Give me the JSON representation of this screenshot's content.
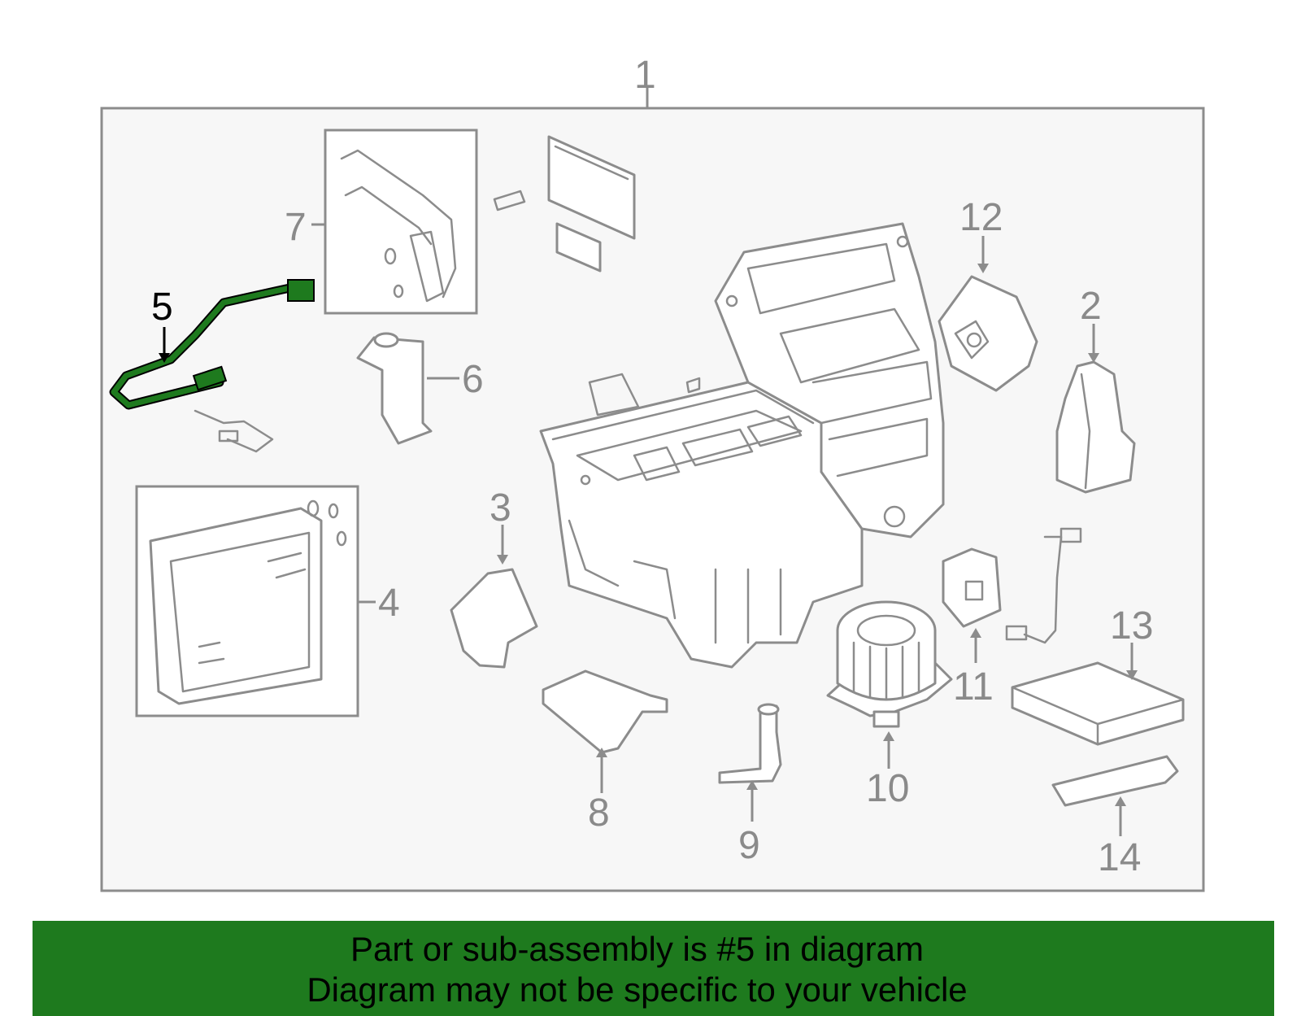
{
  "diagram": {
    "callouts": [
      {
        "id": "1",
        "label": "1"
      },
      {
        "id": "2",
        "label": "2"
      },
      {
        "id": "3",
        "label": "3"
      },
      {
        "id": "4",
        "label": "4"
      },
      {
        "id": "5",
        "label": "5"
      },
      {
        "id": "6",
        "label": "6"
      },
      {
        "id": "7",
        "label": "7"
      },
      {
        "id": "8",
        "label": "8"
      },
      {
        "id": "9",
        "label": "9"
      },
      {
        "id": "10",
        "label": "10"
      },
      {
        "id": "11",
        "label": "11"
      },
      {
        "id": "12",
        "label": "12"
      },
      {
        "id": "13",
        "label": "13"
      },
      {
        "id": "14",
        "label": "14"
      }
    ],
    "highlighted_part": "5",
    "colors": {
      "highlight": "#1e7a1e",
      "line": "#8c8c8c",
      "frame_fill": "#f7f7f7",
      "banner": "#1e7a1e"
    }
  },
  "banner": {
    "line1": "Part or sub-assembly is #5 in diagram",
    "line2": "Diagram may not be specific to your vehicle"
  }
}
